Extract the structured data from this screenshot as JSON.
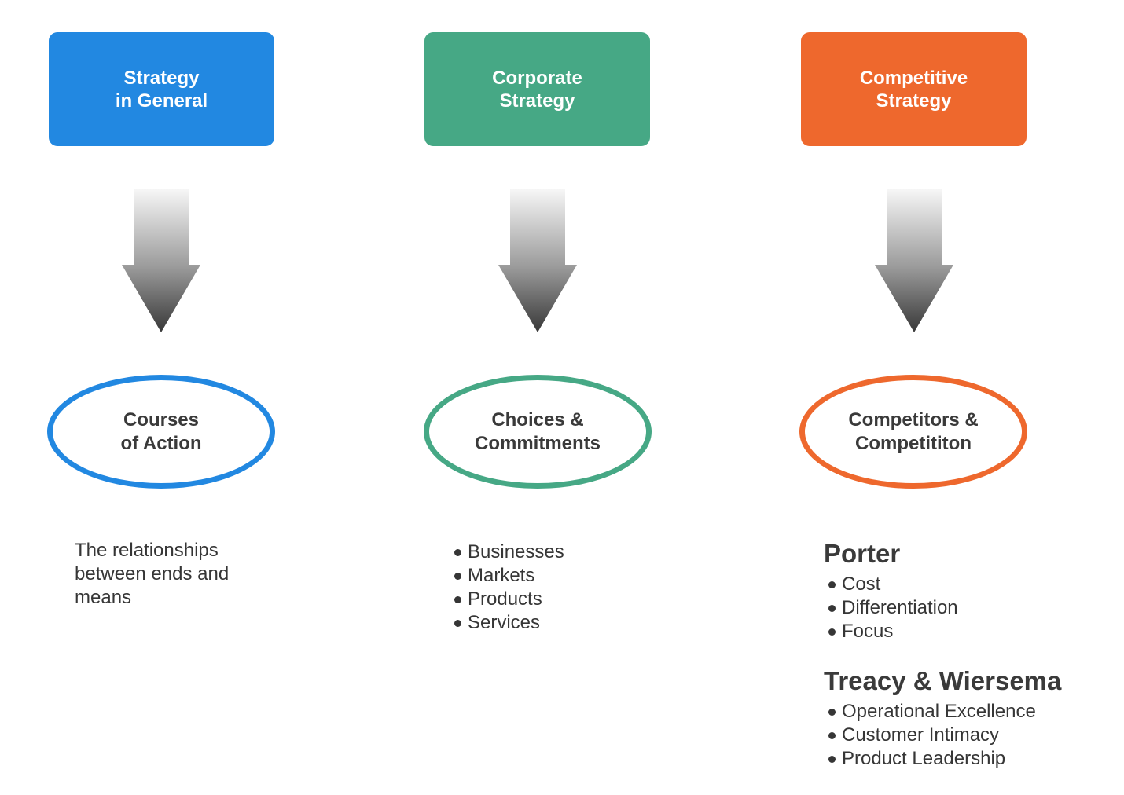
{
  "diagram": {
    "columns": [
      {
        "box": {
          "line1": "Strategy",
          "line2": "in General",
          "color": "#2288e1"
        },
        "ellipse": {
          "line1": "Courses",
          "line2": "of Action",
          "border_color": "#2288e1"
        },
        "description": "The relationships between ends and means"
      },
      {
        "box": {
          "line1": "Corporate",
          "line2": "Strategy",
          "color": "#46a885"
        },
        "ellipse": {
          "line1": "Choices &",
          "line2": "Commitments",
          "border_color": "#46a885"
        },
        "bullets": [
          "Businesses",
          "Markets",
          "Products",
          "Services"
        ]
      },
      {
        "box": {
          "line1": "Competitive",
          "line2": "Strategy",
          "color": "#ee682d"
        },
        "ellipse": {
          "line1": "Competitors &",
          "line2": "Competititon",
          "border_color": "#ee682d"
        },
        "sections": [
          {
            "heading": "Porter",
            "bullets": [
              "Cost",
              "Differentiation",
              "Focus"
            ]
          },
          {
            "heading": "Treacy & Wiersema",
            "bullets": [
              "Operational Excellence",
              "Customer Intimacy",
              "Product Leadership"
            ]
          }
        ]
      }
    ]
  }
}
